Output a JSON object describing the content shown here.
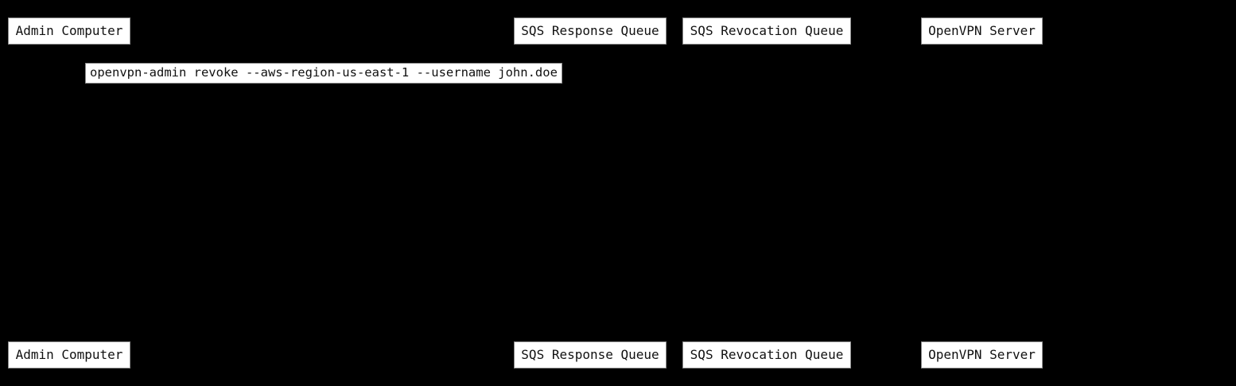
{
  "diagram": {
    "type": "sequence-diagram",
    "background_color": "#000000",
    "box_fill_color": "#ffffff",
    "box_border_color": "#8c8c8c",
    "box_text_color": "#111111",
    "actors": [
      {
        "label": "Admin Computer"
      },
      {
        "label": "SQS Response Queue"
      },
      {
        "label": "SQS Revocation Queue"
      },
      {
        "label": "OpenVPN Server"
      }
    ],
    "note": {
      "text": "openvpn-admin revoke --aws-region-us-east-1 --username john.doe"
    }
  }
}
